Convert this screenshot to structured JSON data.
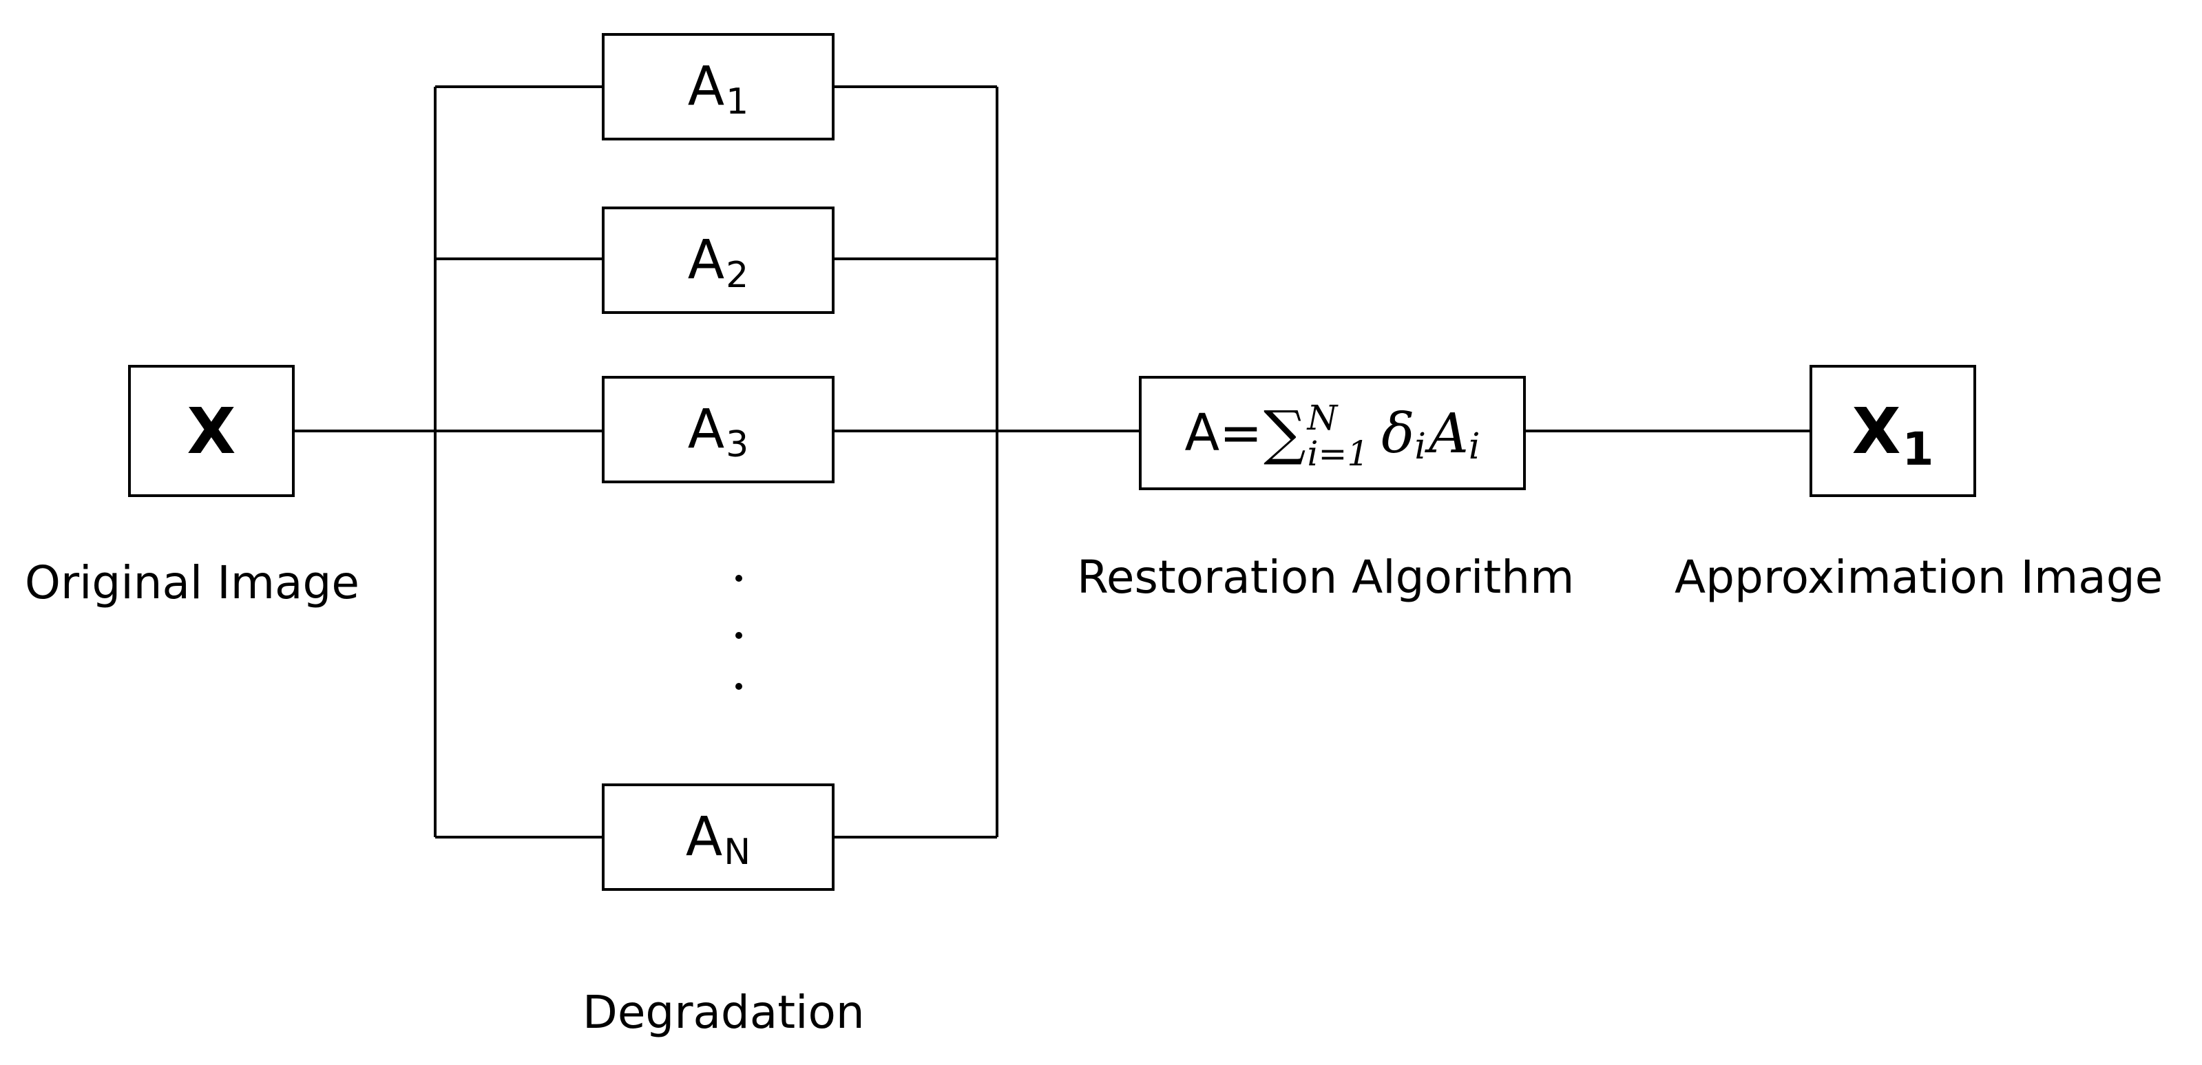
{
  "input_node": {
    "symbol": "X"
  },
  "degradations": [
    {
      "base": "A",
      "sub": "1"
    },
    {
      "base": "A",
      "sub": "2"
    },
    {
      "base": "A",
      "sub": "3"
    },
    {
      "base": "A",
      "sub": "N"
    }
  ],
  "restoration": {
    "lhs": "A=",
    "sigma": "∑",
    "upper_limit": "N",
    "lower_limit": "i=1",
    "delta": "δ",
    "delta_sub": "i",
    "a_term": "A",
    "a_sub": "i"
  },
  "output_node": {
    "base": "X",
    "sub": "1"
  },
  "labels": {
    "original": "Original Image",
    "degradation": "Degradation",
    "restoration": "Restoration Algorithm",
    "approximation": "Approximation Image"
  }
}
